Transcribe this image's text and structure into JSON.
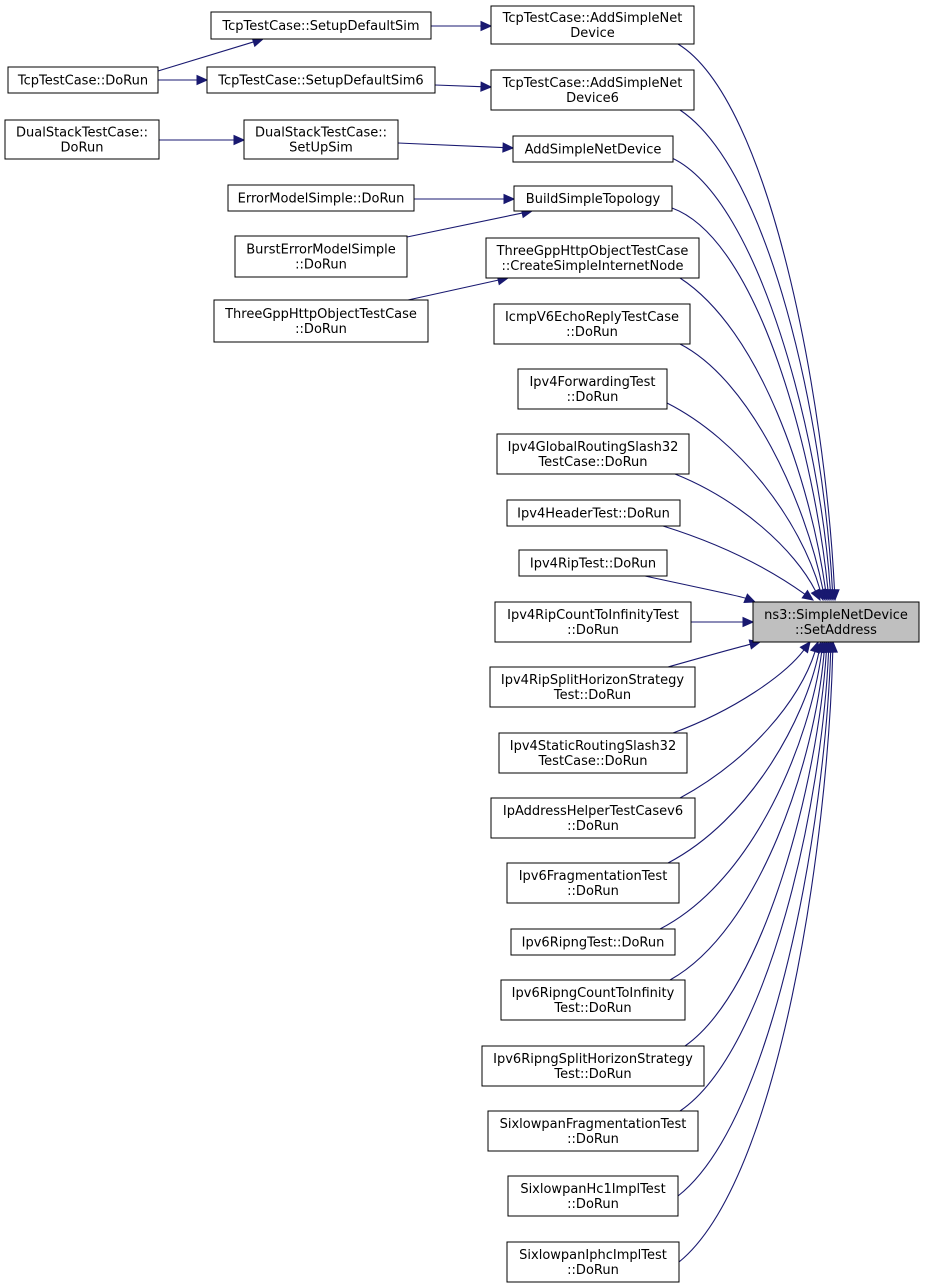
{
  "diagram": {
    "colors": {
      "edge": "#191970",
      "root_fill": "#bfbfbf",
      "node_fill": "#ffffff",
      "border": "#000000"
    },
    "nodes": [
      {
        "id": "setaddress",
        "lines": [
          "ns3::SimpleNetDevice",
          "::SetAddress"
        ],
        "root": true
      },
      {
        "id": "setupdefaultsim",
        "lines": [
          "TcpTestCase::SetupDefaultSim"
        ]
      },
      {
        "id": "addsimplenetdevice-tcp",
        "lines": [
          "TcpTestCase::AddSimpleNet",
          "Device"
        ]
      },
      {
        "id": "tcp-dorun",
        "lines": [
          "TcpTestCase::DoRun"
        ]
      },
      {
        "id": "setupdefaultsim6",
        "lines": [
          "TcpTestCase::SetupDefaultSim6"
        ]
      },
      {
        "id": "addsimplenetdevice6-tcp",
        "lines": [
          "TcpTestCase::AddSimpleNet",
          "Device6"
        ]
      },
      {
        "id": "dualstack-dorun",
        "lines": [
          "DualStackTestCase::",
          "DoRun"
        ]
      },
      {
        "id": "dualstack-setupsim",
        "lines": [
          "DualStackTestCase::",
          "SetUpSim"
        ]
      },
      {
        "id": "addsimplenetdevice",
        "lines": [
          "AddSimpleNetDevice"
        ]
      },
      {
        "id": "errormodel-dorun",
        "lines": [
          "ErrorModelSimple::DoRun"
        ]
      },
      {
        "id": "buildsimpletopology",
        "lines": [
          "BuildSimpleTopology"
        ]
      },
      {
        "id": "bursterror-dorun",
        "lines": [
          "BurstErrorModelSimple",
          "::DoRun"
        ]
      },
      {
        "id": "threegpp-create",
        "lines": [
          "ThreeGppHttpObjectTestCase",
          "::CreateSimpleInternetNode"
        ]
      },
      {
        "id": "threegpp-dorun",
        "lines": [
          "ThreeGppHttpObjectTestCase",
          "::DoRun"
        ]
      },
      {
        "id": "icmpv6-dorun",
        "lines": [
          "IcmpV6EchoReplyTestCase",
          "::DoRun"
        ]
      },
      {
        "id": "ipv4forwarding-dorun",
        "lines": [
          "Ipv4ForwardingTest",
          "::DoRun"
        ]
      },
      {
        "id": "ipv4globalrouting-dorun",
        "lines": [
          "Ipv4GlobalRoutingSlash32",
          "TestCase::DoRun"
        ]
      },
      {
        "id": "ipv4header-dorun",
        "lines": [
          "Ipv4HeaderTest::DoRun"
        ]
      },
      {
        "id": "ipv4rip-dorun",
        "lines": [
          "Ipv4RipTest::DoRun"
        ]
      },
      {
        "id": "ipv4ripcount-dorun",
        "lines": [
          "Ipv4RipCountToInfinityTest",
          "::DoRun"
        ]
      },
      {
        "id": "ipv4ripsplit-dorun",
        "lines": [
          "Ipv4RipSplitHorizonStrategy",
          "Test::DoRun"
        ]
      },
      {
        "id": "ipv4staticrouting-dorun",
        "lines": [
          "Ipv4StaticRoutingSlash32",
          "TestCase::DoRun"
        ]
      },
      {
        "id": "ipaddresshelper-dorun",
        "lines": [
          "IpAddressHelperTestCasev6",
          "::DoRun"
        ]
      },
      {
        "id": "ipv6fragmentation-dorun",
        "lines": [
          "Ipv6FragmentationTest",
          "::DoRun"
        ]
      },
      {
        "id": "ipv6ripng-dorun",
        "lines": [
          "Ipv6RipngTest::DoRun"
        ]
      },
      {
        "id": "ipv6ripngcount-dorun",
        "lines": [
          "Ipv6RipngCountToInfinity",
          "Test::DoRun"
        ]
      },
      {
        "id": "ipv6ripngsplit-dorun",
        "lines": [
          "Ipv6RipngSplitHorizonStrategy",
          "Test::DoRun"
        ]
      },
      {
        "id": "sixlowpanfrag-dorun",
        "lines": [
          "SixlowpanFragmentationTest",
          "::DoRun"
        ]
      },
      {
        "id": "sixlowpanhc1-dorun",
        "lines": [
          "SixlowpanHc1ImplTest",
          "::DoRun"
        ]
      },
      {
        "id": "sixlowpaniphc-dorun",
        "lines": [
          "SixlowpanIphcImplTest",
          "::DoRun"
        ]
      }
    ],
    "edges": [
      {
        "from": "setupdefaultsim",
        "to": "addsimplenetdevice-tcp"
      },
      {
        "from": "tcp-dorun",
        "to": "setupdefaultsim"
      },
      {
        "from": "tcp-dorun",
        "to": "setupdefaultsim6"
      },
      {
        "from": "setupdefaultsim6",
        "to": "addsimplenetdevice6-tcp"
      },
      {
        "from": "dualstack-dorun",
        "to": "dualstack-setupsim"
      },
      {
        "from": "dualstack-setupsim",
        "to": "addsimplenetdevice"
      },
      {
        "from": "errormodel-dorun",
        "to": "buildsimpletopology"
      },
      {
        "from": "bursterror-dorun",
        "to": "buildsimpletopology"
      },
      {
        "from": "threegpp-dorun",
        "to": "threegpp-create"
      },
      {
        "from": "addsimplenetdevice-tcp",
        "to": "setaddress"
      },
      {
        "from": "addsimplenetdevice6-tcp",
        "to": "setaddress"
      },
      {
        "from": "addsimplenetdevice",
        "to": "setaddress"
      },
      {
        "from": "buildsimpletopology",
        "to": "setaddress"
      },
      {
        "from": "threegpp-create",
        "to": "setaddress"
      },
      {
        "from": "icmpv6-dorun",
        "to": "setaddress"
      },
      {
        "from": "ipv4forwarding-dorun",
        "to": "setaddress"
      },
      {
        "from": "ipv4globalrouting-dorun",
        "to": "setaddress"
      },
      {
        "from": "ipv4header-dorun",
        "to": "setaddress"
      },
      {
        "from": "ipv4rip-dorun",
        "to": "setaddress"
      },
      {
        "from": "ipv4ripcount-dorun",
        "to": "setaddress"
      },
      {
        "from": "ipv4ripsplit-dorun",
        "to": "setaddress"
      },
      {
        "from": "ipv4staticrouting-dorun",
        "to": "setaddress"
      },
      {
        "from": "ipaddresshelper-dorun",
        "to": "setaddress"
      },
      {
        "from": "ipv6fragmentation-dorun",
        "to": "setaddress"
      },
      {
        "from": "ipv6ripng-dorun",
        "to": "setaddress"
      },
      {
        "from": "ipv6ripngcount-dorun",
        "to": "setaddress"
      },
      {
        "from": "ipv6ripngsplit-dorun",
        "to": "setaddress"
      },
      {
        "from": "sixlowpanfrag-dorun",
        "to": "setaddress"
      },
      {
        "from": "sixlowpanhc1-dorun",
        "to": "setaddress"
      },
      {
        "from": "sixlowpaniphc-dorun",
        "to": "setaddress"
      }
    ]
  }
}
